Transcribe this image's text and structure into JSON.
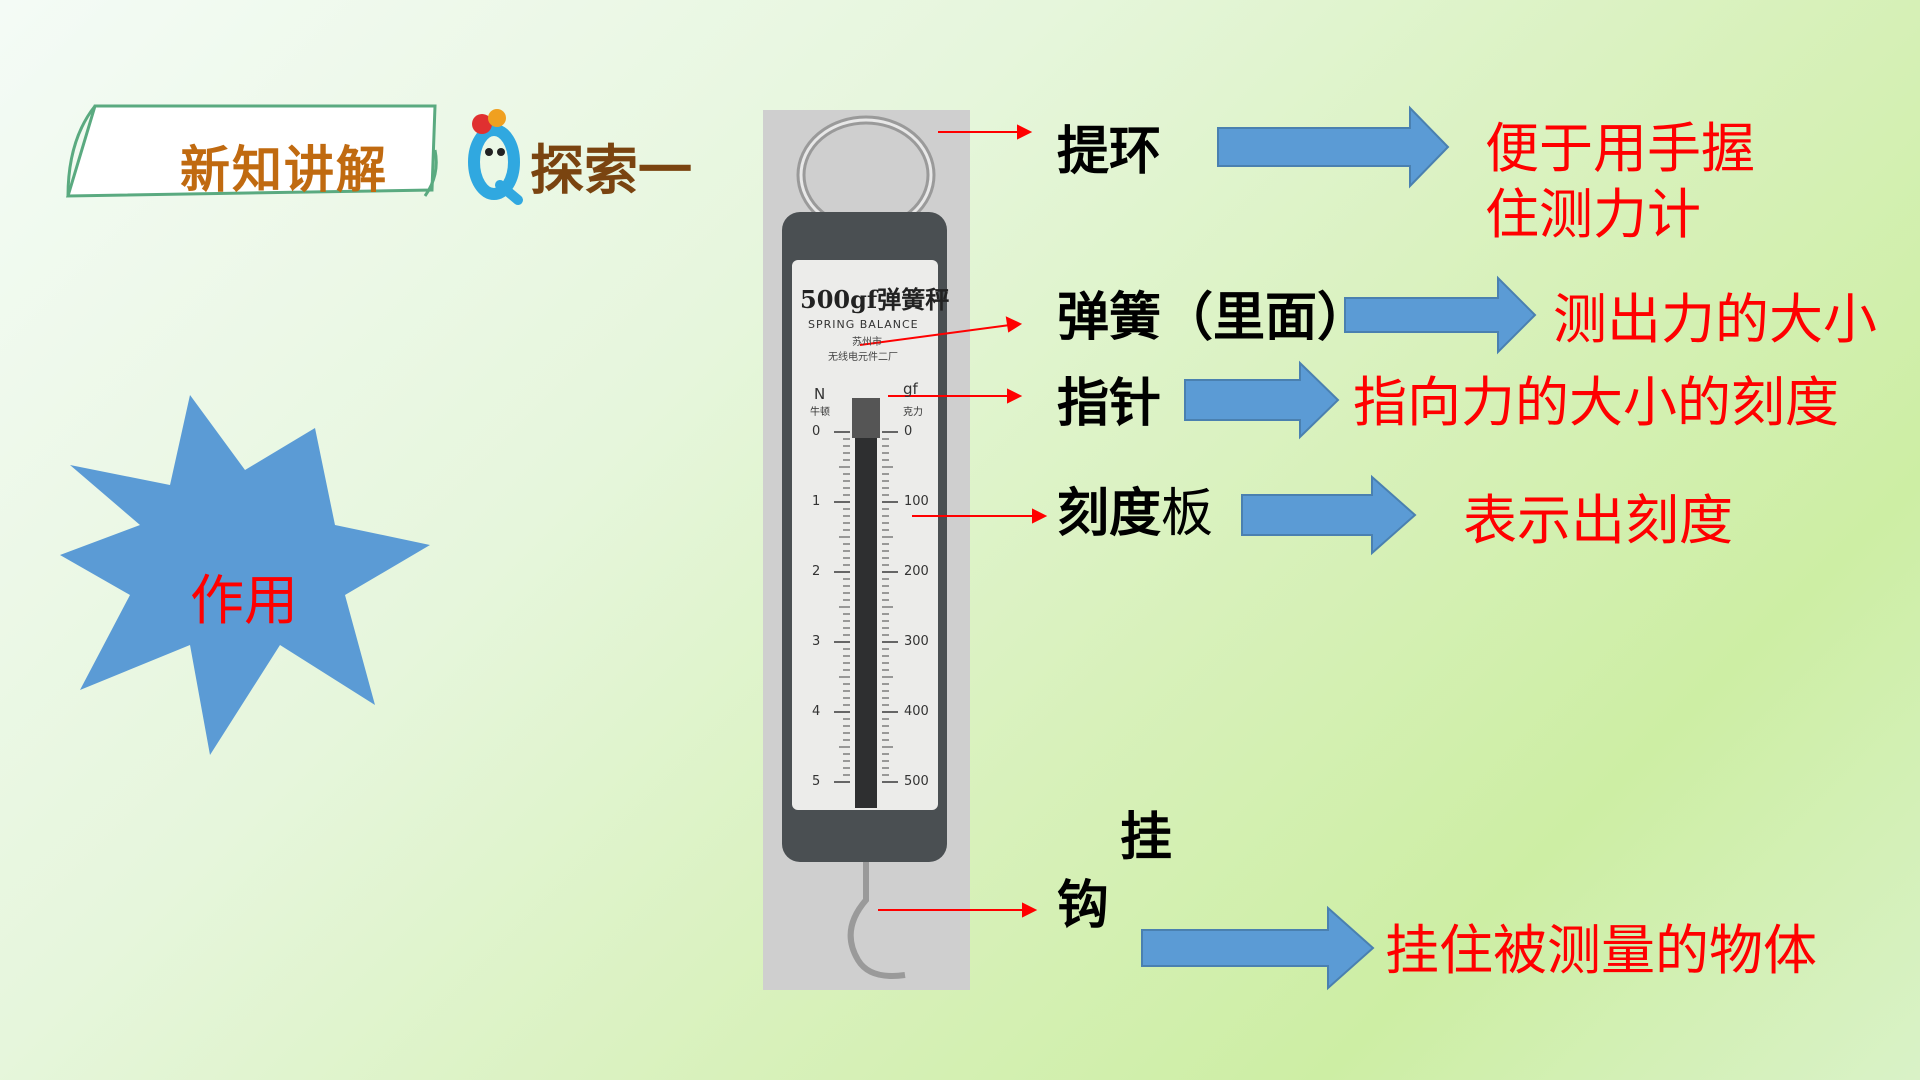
{
  "header": {
    "title": "新知讲解",
    "section": "探索一"
  },
  "star_label": "作用",
  "instrument": {
    "brand_line": "500gf弹簧秤",
    "subtitle": "SPRING BALANCE",
    "maker_line1": "苏州市",
    "maker_line2": "无线电元件二厂",
    "unit_left": "N",
    "unit_left_cn": "牛顿",
    "unit_right": "gf",
    "unit_right_cn": "克力",
    "scale_left": [
      "0",
      "1",
      "2",
      "3",
      "4",
      "5"
    ],
    "scale_right": [
      "0",
      "100",
      "200",
      "300",
      "400",
      "500"
    ]
  },
  "parts": [
    {
      "label": "提环",
      "function": [
        "便于用手握",
        "住测力计"
      ]
    },
    {
      "label": "弹簧（里面）",
      "function": [
        "测出力的大小"
      ]
    },
    {
      "label": "指针",
      "function": [
        "指向力的大小的刻度"
      ]
    },
    {
      "label_bold": "刻度",
      "label_light": "板",
      "function": [
        "表示出刻度"
      ]
    },
    {
      "label_line1": "挂",
      "label_line2": "钩",
      "function": [
        "挂住被测量的物体"
      ]
    }
  ],
  "colors": {
    "arrow": "#5b9bd5",
    "star": "#5b9bd5",
    "pointer_line": "#ff0000",
    "function_text": "#ff0000"
  }
}
